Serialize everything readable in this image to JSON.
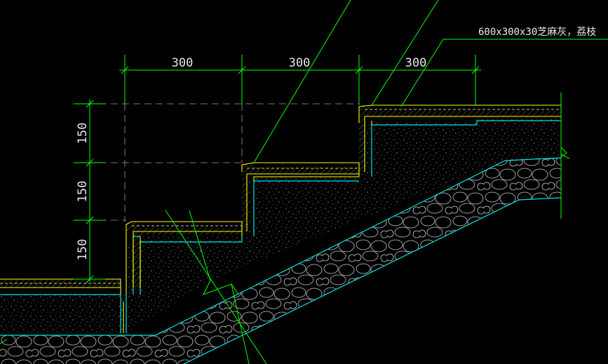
{
  "drawing": {
    "callout_text": "600x300x30芝麻灰，荔枝",
    "horizontal_dims": [
      "300",
      "300",
      "300"
    ],
    "vertical_dims": [
      "150",
      "150",
      "150"
    ],
    "colors": {
      "background": "#000000",
      "dimension": "#00ff00",
      "stone_layer": "#ffff00",
      "cushion_layer": "#00e5e5",
      "hatch": "#c8c8c8",
      "text": "#e8e8e8",
      "hidden_line": "#9a9a9a"
    }
  }
}
